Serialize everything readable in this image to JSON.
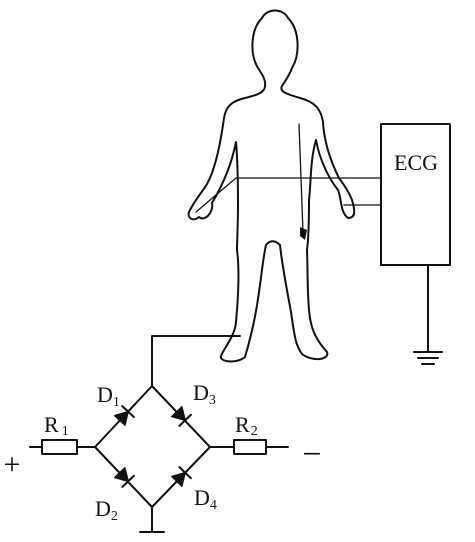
{
  "ecg": {
    "label": "ECG"
  },
  "resistors": [
    {
      "name": "R",
      "sub": "1"
    },
    {
      "name": "R",
      "sub": "2"
    }
  ],
  "diodes": [
    {
      "name": "D",
      "sub": "1"
    },
    {
      "name": "D",
      "sub": "3"
    },
    {
      "name": "D",
      "sub": "2"
    },
    {
      "name": "D",
      "sub": "4"
    }
  ],
  "terminals": {
    "positive": "+",
    "negative": "−"
  }
}
